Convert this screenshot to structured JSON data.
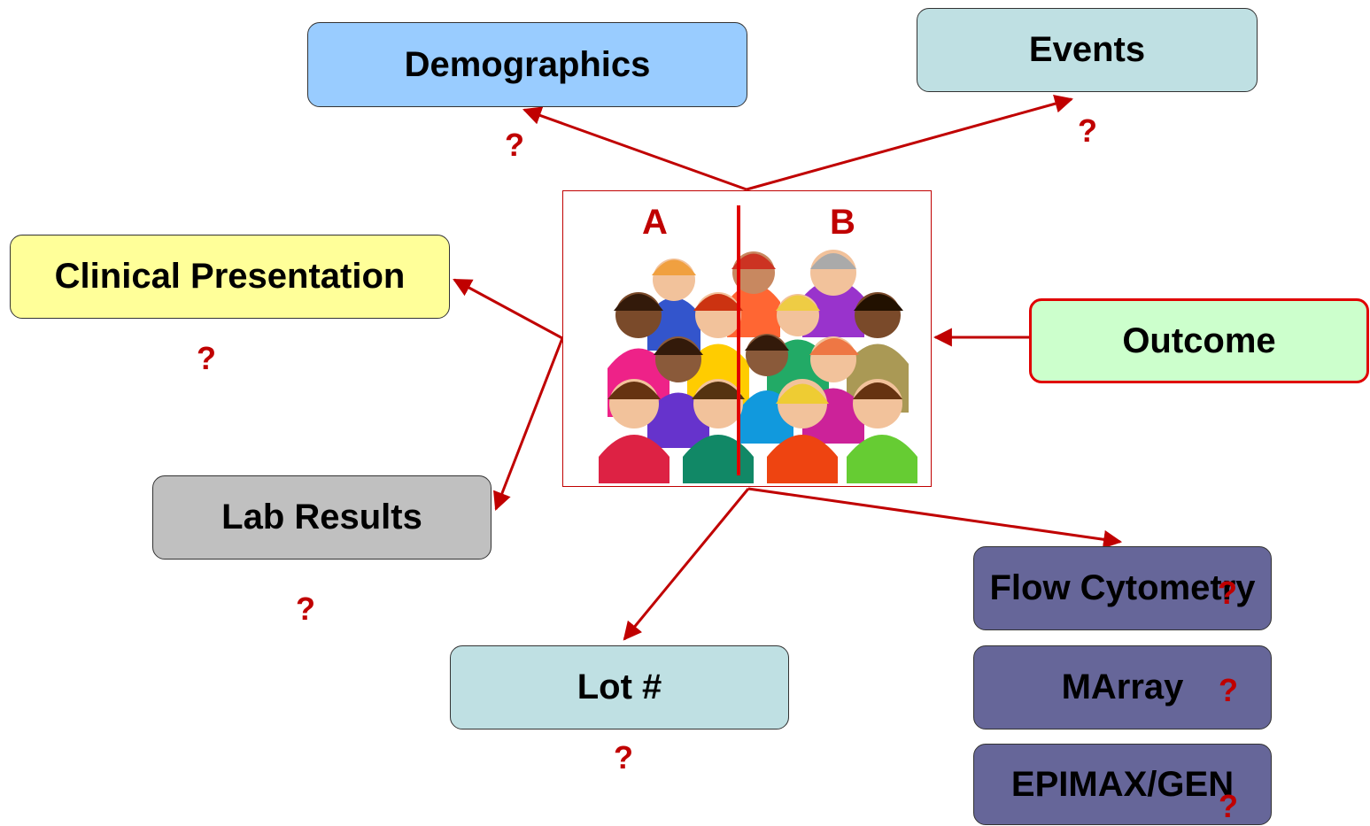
{
  "boxes": {
    "demographics": {
      "label": "Demographics",
      "color": "#99ccff"
    },
    "events": {
      "label": "Events",
      "color": "#bfe0e3"
    },
    "clinical_presentation": {
      "label": "Clinical Presentation",
      "color": "#ffff99"
    },
    "outcome": {
      "label": "Outcome",
      "color": "#ccffcc",
      "border": "#e00000"
    },
    "lab_results": {
      "label": "Lab Results",
      "color": "#c0c0c0"
    },
    "lot": {
      "label": "Lot #",
      "color": "#bfe0e3"
    },
    "flow_cytometry": {
      "label": "Flow Cytometry",
      "color": "#666699"
    },
    "marray": {
      "label": "MArray",
      "color": "#666699"
    },
    "epimax_gen": {
      "label": "EPIMAX/GEN",
      "color": "#666699"
    }
  },
  "question_mark": "?",
  "group": {
    "label_a": "A",
    "label_b": "B",
    "image": "crowd-of-people-illustration"
  },
  "arrow_color": "#c00000"
}
